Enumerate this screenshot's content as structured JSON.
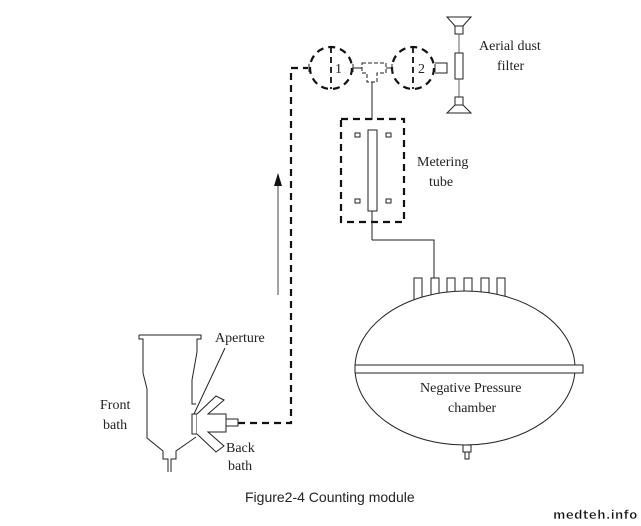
{
  "figure": {
    "caption": "Figure2-4 Counting module",
    "watermark": "medteh.info"
  },
  "labels": {
    "valve_1": "1",
    "valve_2": "2",
    "aerial_dust_filter_line1": "Aerial dust",
    "aerial_dust_filter_line2": "filter",
    "metering_tube_line1": "Metering",
    "metering_tube_line2": "tube",
    "aperture": "Aperture",
    "front_bath_line1": "Front",
    "front_bath_line2": "bath",
    "back_bath_line1": "Back",
    "back_bath_line2": "bath",
    "chamber_line1": "Negative Pressure",
    "chamber_line2": "chamber"
  },
  "colors": {
    "line": "#222222",
    "background": "#ffffff"
  }
}
